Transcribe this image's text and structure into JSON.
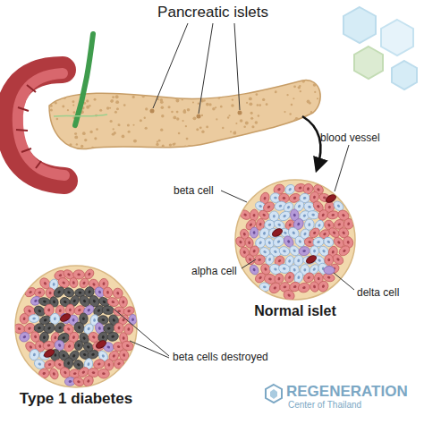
{
  "diagram": {
    "nodes": [
      {
        "text": [
          "Normal islet"
        ]
      },
      {
        "text": [
          "Type 1 diabetes"
        ]
      }
    ],
    "labels": [
      "Pancreatic islets",
      "blood vessel",
      "beta cell",
      "alpha cell",
      "delta cell",
      "beta cells destroyed",
      "REGENERATION",
      "Center of Thailand"
    ]
  }
}
